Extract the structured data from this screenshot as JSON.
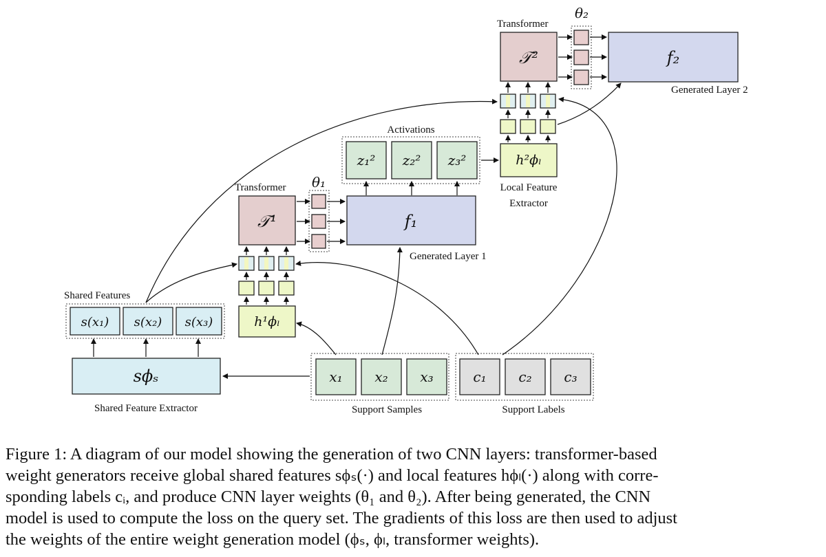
{
  "labels": {
    "transformer_1": "Transformer",
    "transformer_2": "Transformer",
    "theta_1": "θ₁",
    "theta_2": "θ₂",
    "activations": "Activations",
    "local_feature_extractor_line1": "Local Feature",
    "local_feature_extractor_line2": "Extractor",
    "generated_layer_1": "Generated Layer 1",
    "generated_layer_2": "Generated Layer 2",
    "shared_features": "Shared Features",
    "shared_feature_extractor": "Shared Feature Extractor",
    "support_samples": "Support Samples",
    "support_labels": "Support Labels"
  },
  "symbols": {
    "T1": "𝒯¹",
    "T2": "𝒯²",
    "f1": "f₁",
    "f2": "f₂",
    "z1": "z₁²",
    "z2": "z₂²",
    "z3": "z₃²",
    "h1": "h¹ϕₗ",
    "h2": "h²ϕₗ",
    "s1": "s(x₁)",
    "s2": "s(x₂)",
    "s3": "s(x₃)",
    "s_phi": "sϕₛ",
    "x1": "x₁",
    "x2": "x₂",
    "x3": "x₃",
    "c1": "c₁",
    "c2": "c₂",
    "c3": "c₃"
  },
  "caption": [
    "Figure 1: A diagram of our model showing the generation of two CNN layers: transformer-based",
    "weight generators receive global shared features sϕₛ(·) and local features hϕₗ(·) along with corre-",
    "sponding labels cᵢ, and produce CNN layer weights (θ₁ and θ₂). After being generated, the CNN",
    "model is used to compute the loss on the query set. The gradients of this loss are then used to adjust",
    "the weights of the entire weight generation model (ϕₛ, ϕₗ, transformer weights)."
  ],
  "colors": {
    "transformer": "#e4cece",
    "generated_layer": "#d3d8ee",
    "activation": "#d7e9d8",
    "local_feature": "#eef7c8",
    "shared": "#d9eef4",
    "label_box": "#e0e0e0",
    "weight": "#e8cece"
  }
}
